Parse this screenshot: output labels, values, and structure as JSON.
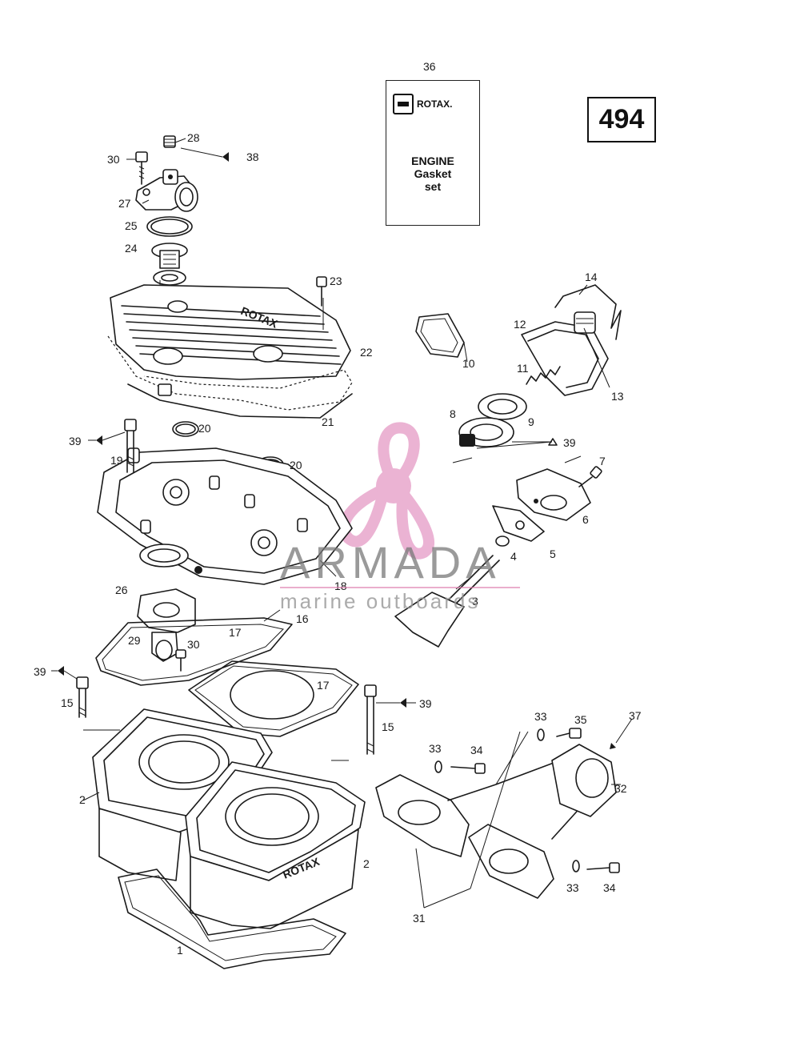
{
  "page_number": "494",
  "kit_card": {
    "number": "36",
    "brand": "ROTAX.",
    "lines": [
      "ENGINE",
      "Gasket",
      "set"
    ]
  },
  "watermark": {
    "brand": "ARMADA",
    "tagline": "marine outboards",
    "colors": {
      "propeller": "#e8a6cc",
      "text": "#7a7a7a",
      "rule": "#dc78aa"
    }
  },
  "callouts": {
    "c1": "1",
    "c2a": "2",
    "c2b": "2",
    "c3": "3",
    "c4": "4",
    "c5": "5",
    "c6": "6",
    "c7": "7",
    "c8": "8",
    "c9": "9",
    "c10": "10",
    "c11": "11",
    "c12": "12",
    "c13": "13",
    "c14": "14",
    "c15a": "15",
    "c15b": "15",
    "c16": "16",
    "c17a": "17",
    "c17b": "17",
    "c18": "18",
    "c19": "19",
    "c20a": "20",
    "c20b": "20",
    "c21": "21",
    "c22": "22",
    "c23": "23",
    "c24": "24",
    "c25": "25",
    "c26": "26",
    "c27": "27",
    "c28": "28",
    "c29": "29",
    "c30a": "30",
    "c30b": "30",
    "c31": "31",
    "c32": "32",
    "c33a": "33",
    "c33b": "33",
    "c33c": "33",
    "c34a": "34",
    "c34b": "34",
    "c35": "35",
    "c37": "37",
    "c38": "38",
    "c39a": "39",
    "c39b": "39",
    "c39c": "39",
    "c39d": "39"
  }
}
